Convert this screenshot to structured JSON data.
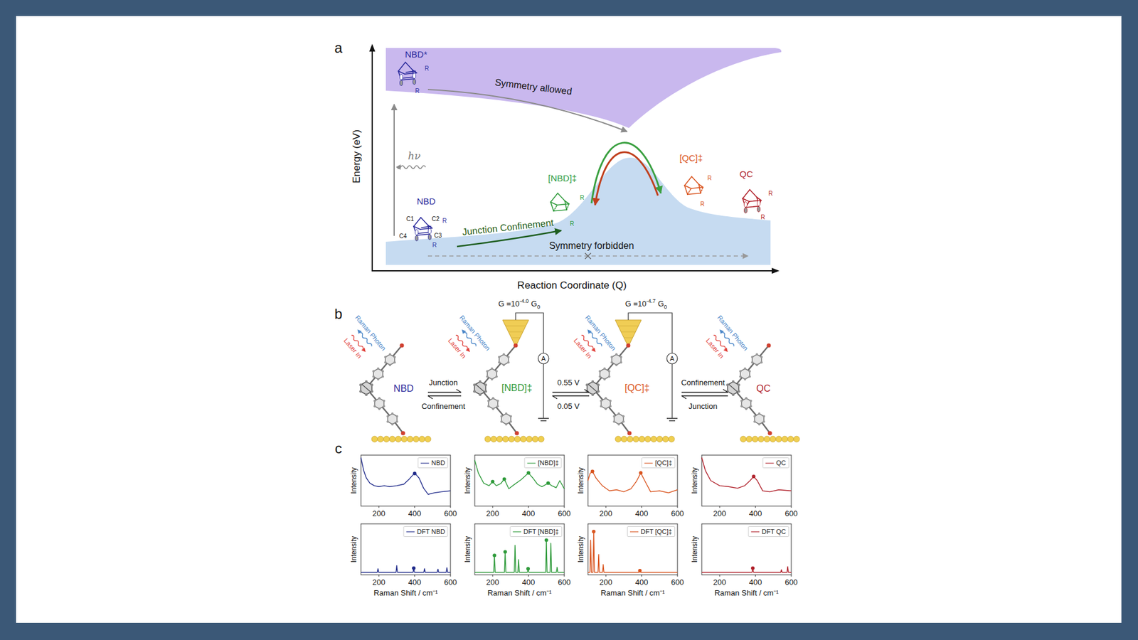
{
  "diagram": {
    "nodes": [
      {
        "text": [
          "NBD"
        ]
      },
      {
        "text": [
          "[NBD]‡"
        ]
      },
      {
        "text": [
          "[QC]‡"
        ]
      },
      {
        "text": [
          "QC"
        ]
      }
    ],
    "edges": [
      {
        "from": 0,
        "to": 1,
        "arrow": "both"
      },
      {
        "from": 1,
        "to": 2,
        "arrow": "both"
      },
      {
        "from": 2,
        "to": 3,
        "arrow": "both"
      }
    ],
    "labels": [
      "a",
      "NBD*",
      "R",
      "R",
      "Symmetry allowed",
      "hν",
      "Energy (eV)",
      "NBD",
      "C1",
      "C2",
      "R",
      "C4",
      "C3",
      "R",
      "Junction Confinement",
      "[NBD]‡",
      "R",
      "R",
      "[QC]‡",
      "R",
      "R",
      "QC",
      "R",
      "R",
      "Symmetry forbidden",
      "Reaction Coordinate (Q)",
      "b",
      "Raman Photon",
      "Laser In",
      "Junction",
      "Confinement",
      "G =10",
      "-4.0",
      "G",
      "0",
      "Raman Photon",
      "Laser In",
      "A",
      "0.55 V",
      "0.05 V",
      "G =10",
      "-4.7",
      "G",
      "0",
      "Raman Photon",
      "Laser In",
      "A",
      "Confinement",
      "Junction",
      "Raman Photon",
      "Laser In",
      "c",
      "Intensity",
      "200",
      "400",
      "600",
      "Intensity",
      "200",
      "400",
      "600",
      "Intensity",
      "200",
      "400",
      "600",
      "Intensity",
      "200",
      "400",
      "600",
      "Intensity",
      "200",
      "400",
      "600",
      "Raman Shift / cm⁻¹",
      "Intensity",
      "200",
      "400",
      "600",
      "Raman Shift / cm⁻¹",
      "Intensity",
      "200",
      "400",
      "600",
      "Raman Shift / cm⁻¹",
      "Intensity",
      "200",
      "400",
      "600",
      "Raman Shift / cm⁻¹"
    ],
    "legend": [
      {
        "text": "NBD"
      },
      {
        "text": "[NBD]‡"
      },
      {
        "text": "[QC]‡"
      },
      {
        "text": "QC"
      },
      {
        "text": "DFT NBD"
      },
      {
        "text": "DFT [NBD]‡"
      },
      {
        "text": "DFT [QC]‡"
      },
      {
        "text": "DFT QC"
      }
    ]
  }
}
